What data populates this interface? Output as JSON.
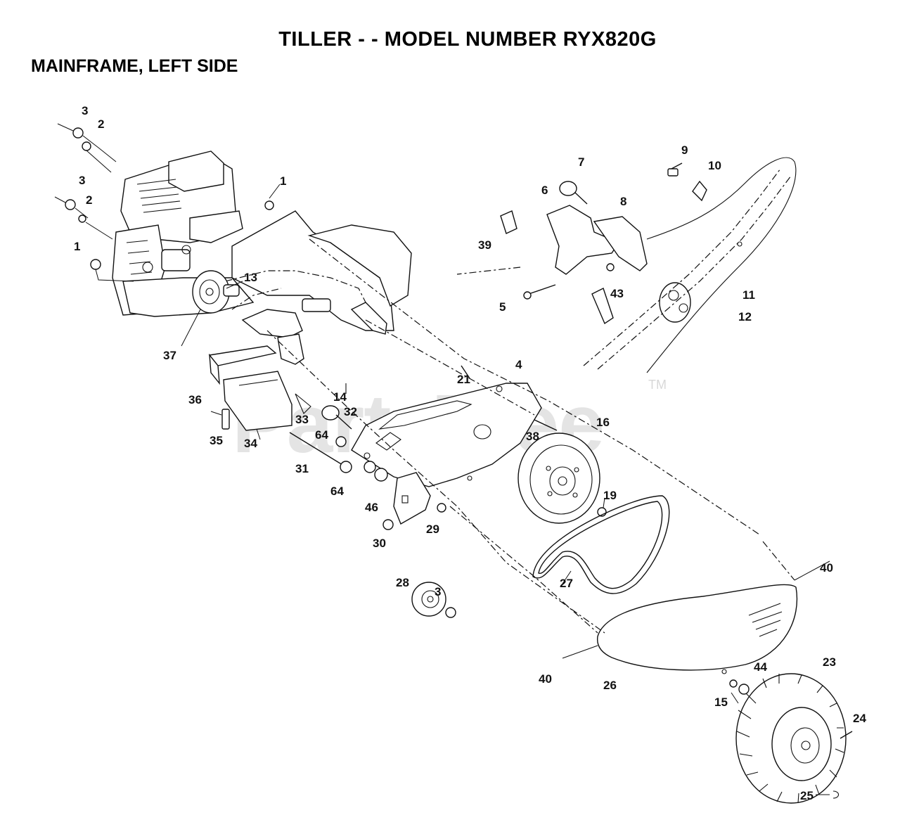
{
  "header": {
    "title": "TILLER - - MODEL NUMBER RYX820G",
    "subtitle": "MAINFRAME, LEFT SIDE"
  },
  "watermark": {
    "text": "PartsTree",
    "trademark": "TM"
  },
  "callouts": [
    {
      "id": "c-3a",
      "label": "3"
    },
    {
      "id": "c-2a",
      "label": "2"
    },
    {
      "id": "c-3b",
      "label": "3"
    },
    {
      "id": "c-2b",
      "label": "2"
    },
    {
      "id": "c-1a",
      "label": "1"
    },
    {
      "id": "c-1b",
      "label": "1"
    },
    {
      "id": "c-13",
      "label": "13"
    },
    {
      "id": "c-37",
      "label": "37"
    },
    {
      "id": "c-36",
      "label": "36"
    },
    {
      "id": "c-35",
      "label": "35"
    },
    {
      "id": "c-34",
      "label": "34"
    },
    {
      "id": "c-33",
      "label": "33"
    },
    {
      "id": "c-32",
      "label": "32"
    },
    {
      "id": "c-14",
      "label": "14"
    },
    {
      "id": "c-31",
      "label": "31"
    },
    {
      "id": "c-64a",
      "label": "64"
    },
    {
      "id": "c-64b",
      "label": "64"
    },
    {
      "id": "c-46",
      "label": "46"
    },
    {
      "id": "c-30",
      "label": "30"
    },
    {
      "id": "c-29",
      "label": "29"
    },
    {
      "id": "c-28",
      "label": "28"
    },
    {
      "id": "c-3c",
      "label": "3"
    },
    {
      "id": "c-21",
      "label": "21"
    },
    {
      "id": "c-4",
      "label": "4"
    },
    {
      "id": "c-38",
      "label": "38"
    },
    {
      "id": "c-16",
      "label": "16"
    },
    {
      "id": "c-19",
      "label": "19"
    },
    {
      "id": "c-27",
      "label": "27"
    },
    {
      "id": "c-7",
      "label": "7"
    },
    {
      "id": "c-6",
      "label": "6"
    },
    {
      "id": "c-8",
      "label": "8"
    },
    {
      "id": "c-39",
      "label": "39"
    },
    {
      "id": "c-43",
      "label": "43"
    },
    {
      "id": "c-5",
      "label": "5"
    },
    {
      "id": "c-9",
      "label": "9"
    },
    {
      "id": "c-10",
      "label": "10"
    },
    {
      "id": "c-11",
      "label": "11"
    },
    {
      "id": "c-12",
      "label": "12"
    },
    {
      "id": "c-40a",
      "label": "40"
    },
    {
      "id": "c-40b",
      "label": "40"
    },
    {
      "id": "c-26",
      "label": "26"
    },
    {
      "id": "c-15",
      "label": "15"
    },
    {
      "id": "c-44",
      "label": "44"
    },
    {
      "id": "c-23",
      "label": "23"
    },
    {
      "id": "c-24",
      "label": "24"
    },
    {
      "id": "c-25",
      "label": "25"
    }
  ]
}
